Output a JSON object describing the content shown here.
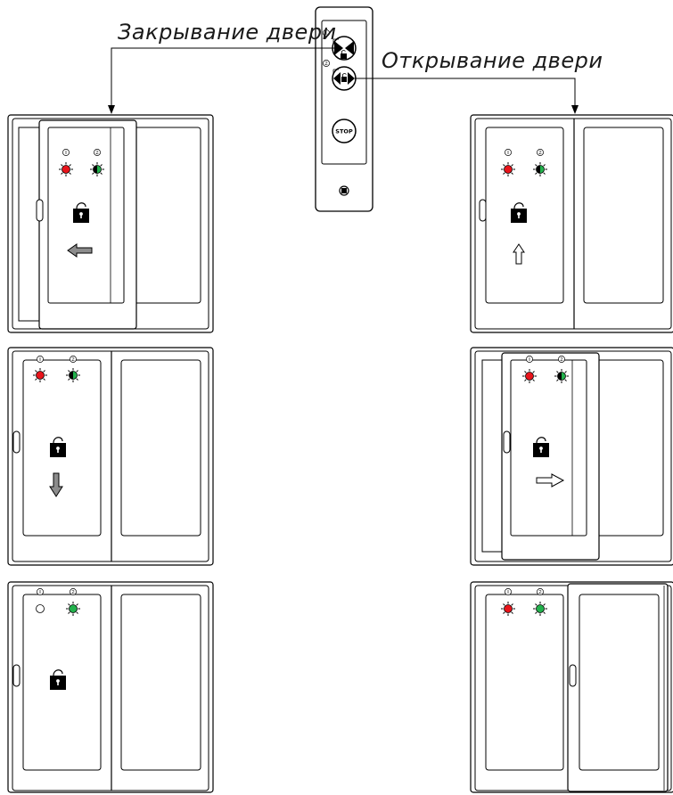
{
  "labels": {
    "close_door": "Закрывание двери",
    "open_door": "Открывание двери",
    "stop": "STOP",
    "led1": "1",
    "led2": "2"
  },
  "colors": {
    "led_red": "#e8141b",
    "led_green": "#22b14c",
    "arrow_fill": "#8c8c8c",
    "line": "#000000"
  },
  "remote": {
    "buttons": [
      "close-door-button",
      "open-door-button",
      "stop-button"
    ]
  },
  "doors": [
    {
      "id": "door-1",
      "led1": "red-blinking",
      "led2": "green-half-blinking",
      "arrow": "left-arrow-icon",
      "lock": "unlocked",
      "state": "opening-left"
    },
    {
      "id": "door-2",
      "led1": "red-blinking",
      "led2": "green-half-blinking",
      "arrow": "up-arrow-icon",
      "lock": "unlocked",
      "state": "closed"
    },
    {
      "id": "door-3",
      "led1": "red-blinking",
      "led2": "green-half-blinking",
      "arrow": "down-arrow-icon",
      "lock": "unlocked",
      "state": "closed"
    },
    {
      "id": "door-4",
      "led1": "red-blinking",
      "led2": "green-half-blinking",
      "arrow": "right-arrow-icon",
      "lock": "unlocked",
      "state": "opening-right"
    },
    {
      "id": "door-5",
      "led1": "off",
      "led2": "green-blinking",
      "arrow": "none",
      "lock": "unlocked",
      "state": "closed"
    },
    {
      "id": "door-6",
      "led1": "red-blinking",
      "led2": "green-blinking",
      "arrow": "none",
      "lock": "none",
      "state": "open"
    }
  ]
}
